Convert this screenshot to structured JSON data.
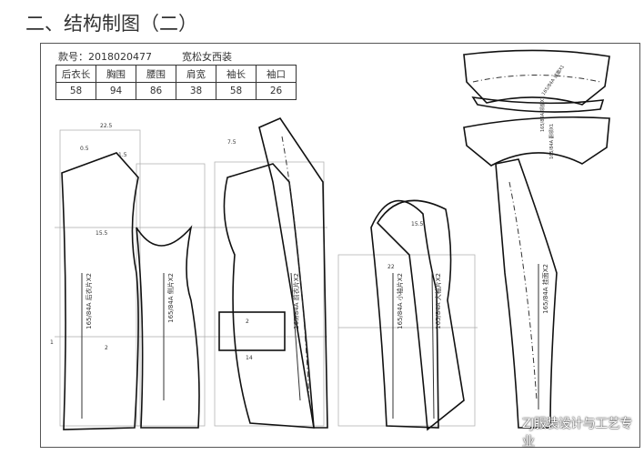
{
  "title": "二、结构制图（二）",
  "style_number": "款号：2018020477",
  "style_name": "宽松女西装",
  "spec_table": {
    "headers": [
      "后衣长",
      "胸围",
      "腰围",
      "肩宽",
      "袖长",
      "袖口"
    ],
    "values": [
      "58",
      "94",
      "86",
      "38",
      "58",
      "26"
    ]
  },
  "pieces": {
    "back": "165/84A 后衣片X2",
    "side": "165/84A 侧片X2",
    "front": "165/84A 前衣片X2",
    "under_sleeve": "165/84A 小袖片X2",
    "top_sleeve": "165/84A 大袖片X2",
    "facing": "165/84A 挂面X2",
    "collar_top": "165/84A 领面X1",
    "collar_stand": "165/84A 领座X1",
    "collar_under": "165/84A 翻领X1"
  },
  "measurements": [
    "22.5",
    "0.5",
    "1.5",
    "15.5",
    "7.5",
    "2",
    "2",
    "14",
    "22",
    "15.5",
    "1"
  ],
  "watermark": "ZJ服装设计与工艺专业"
}
